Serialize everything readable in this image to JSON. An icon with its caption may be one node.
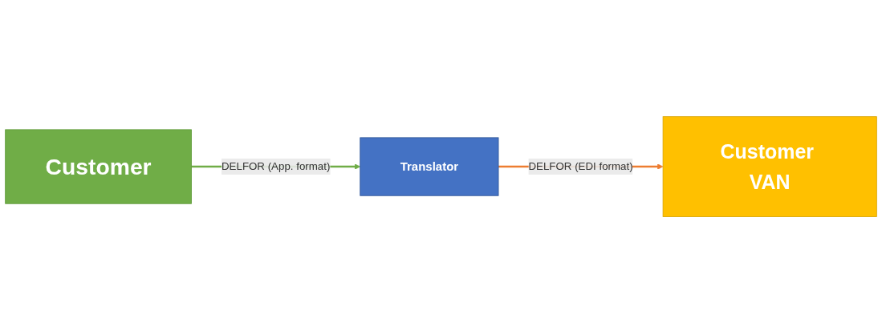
{
  "diagram": {
    "nodes": [
      {
        "text": [
          "Customer"
        ]
      },
      {
        "text": [
          "Translator"
        ]
      },
      {
        "text": [
          "Customer VAN"
        ]
      }
    ],
    "edges": [
      {
        "from": 0,
        "to": 1,
        "arrow": "to",
        "label": "DELFOR (App. format)",
        "color": "#70ad47"
      },
      {
        "from": 1,
        "to": 2,
        "arrow": "to",
        "label": "DELFOR (EDI format)",
        "color": "#ed7d31"
      }
    ]
  }
}
